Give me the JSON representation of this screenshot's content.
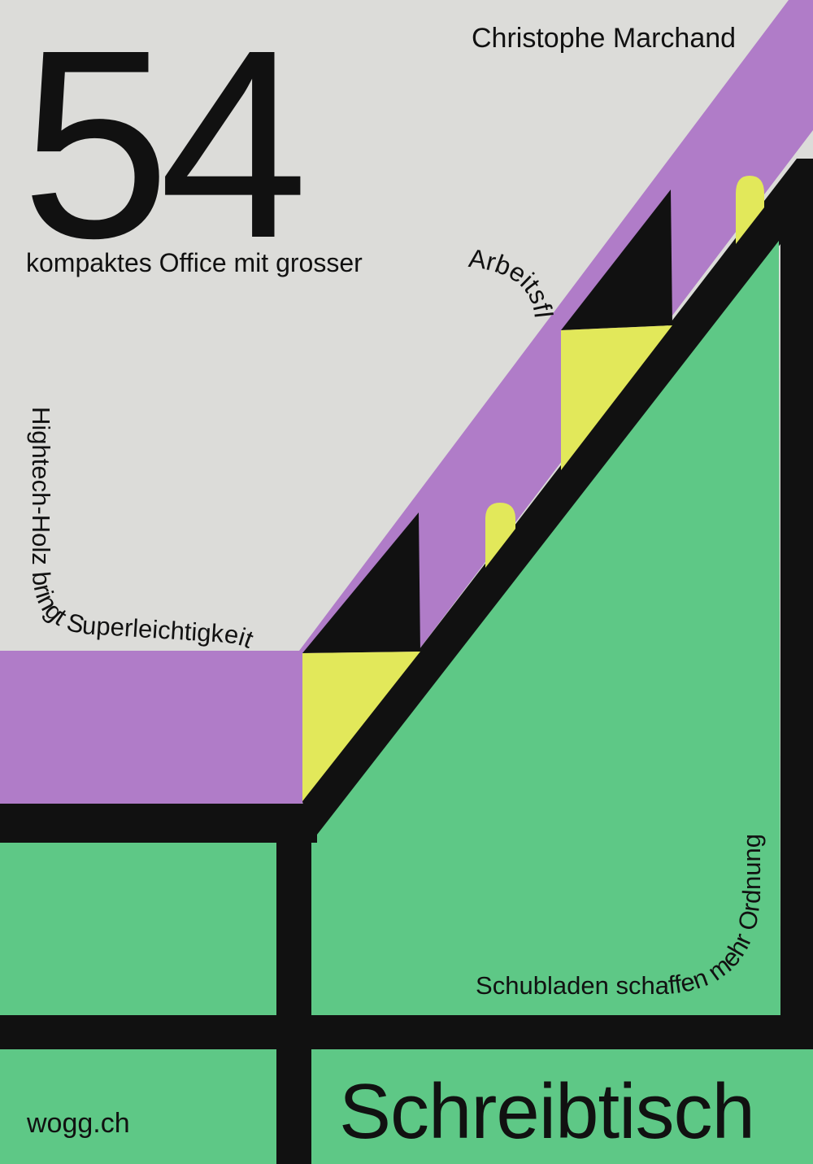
{
  "number": "54",
  "designer": "Christophe Marchand",
  "product": "Schreibtisch",
  "url": "wogg.ch",
  "taglines": {
    "workspace_a": "kompaktes Office mit grosser",
    "workspace_b": "Arbeitsfläche",
    "wood": "Hightech-Holz bringt Superleichtigkeit",
    "drawers": "Schubladen schaffen mehr Ordnung"
  },
  "colors": {
    "background": "#dcdcd9",
    "purple": "#b07cc8",
    "green": "#5ec886",
    "yellow": "#e2e85a",
    "black": "#111111"
  }
}
